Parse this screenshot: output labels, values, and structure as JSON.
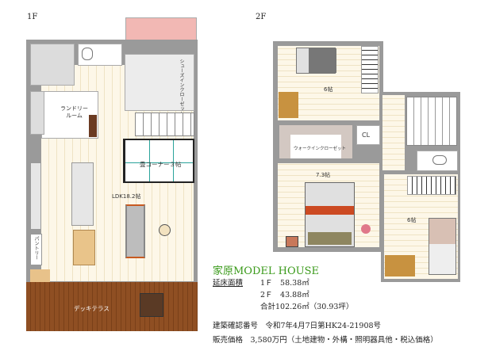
{
  "floor1": {
    "label": "1F",
    "rooms": {
      "laundry": "ランドリー\nルーム",
      "shoe_closet": "シューズインクローゼット",
      "tatami": "畳コーナー３帖",
      "ldk": "LDK18.2帖",
      "pantry": "パントリー",
      "deck": "デッキテラス"
    }
  },
  "floor2": {
    "label": "2F",
    "rooms": {
      "bedroom_a": "6帖",
      "walk_in_closet": "ウォークインクローゼット",
      "closet": "CL",
      "master": "7.3帖",
      "bedroom_b": "6帖"
    }
  },
  "info": {
    "title": "家原MODEL HOUSE",
    "title_color": "#3a9a1a",
    "floor_area_label": "延床面積",
    "floor1_area": "1Ｆ　58.38㎡",
    "floor2_area": "2Ｆ　43.88㎡",
    "total_area": "合計102.26㎡（30.93坪）",
    "permit": "建築確認番号　令和7年4月7日第HK24-21908号",
    "price": "販売価格　3,580万円（土地建物・外構・照明器具他・税込価格）"
  }
}
